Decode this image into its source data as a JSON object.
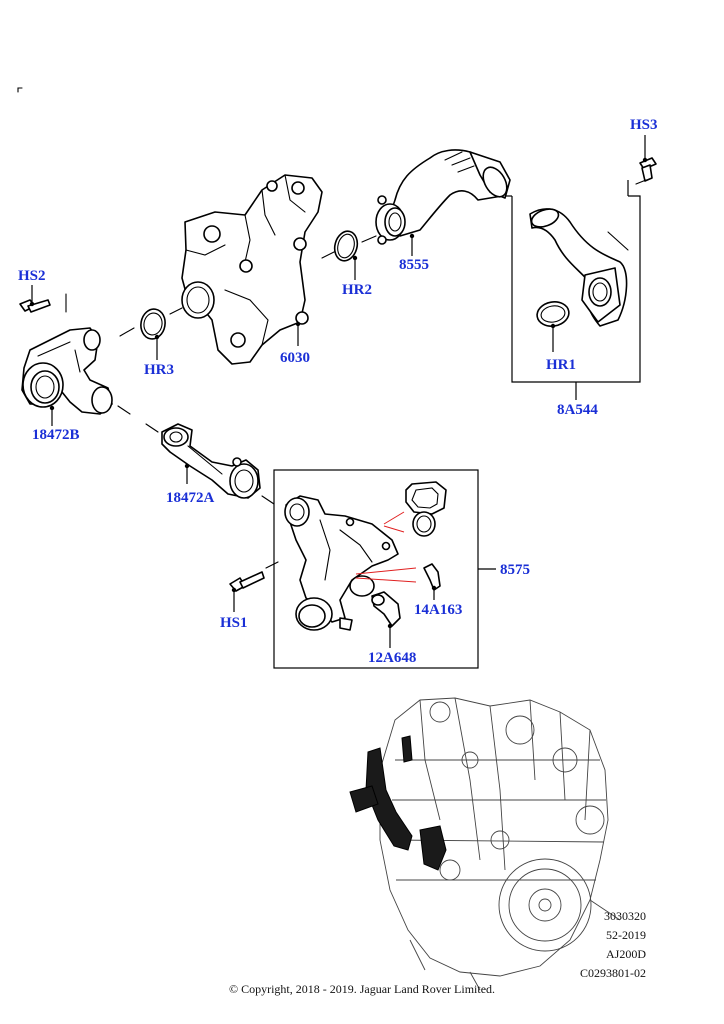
{
  "callouts": {
    "hs3": "HS3",
    "hs2": "HS2",
    "hr2": "HR2",
    "p8555": "8555",
    "p6030": "6030",
    "hr3": "HR3",
    "p18472b": "18472B",
    "hr1": "HR1",
    "p8a544": "8A544",
    "p18472a": "18472A",
    "p8575": "8575",
    "p14a163": "14A163",
    "hs1": "HS1",
    "p12a648": "12A648"
  },
  "reference": {
    "line1": "3030320",
    "line2": "52-2019",
    "line3": "AJ200D",
    "line4": "C0293801-02"
  },
  "copyright": "© Copyright, 2018 - 2019. Jaguar Land Rover Limited.",
  "colors": {
    "callout": "#1a2fd6",
    "line": "#000000",
    "highlight": "#e02020"
  }
}
